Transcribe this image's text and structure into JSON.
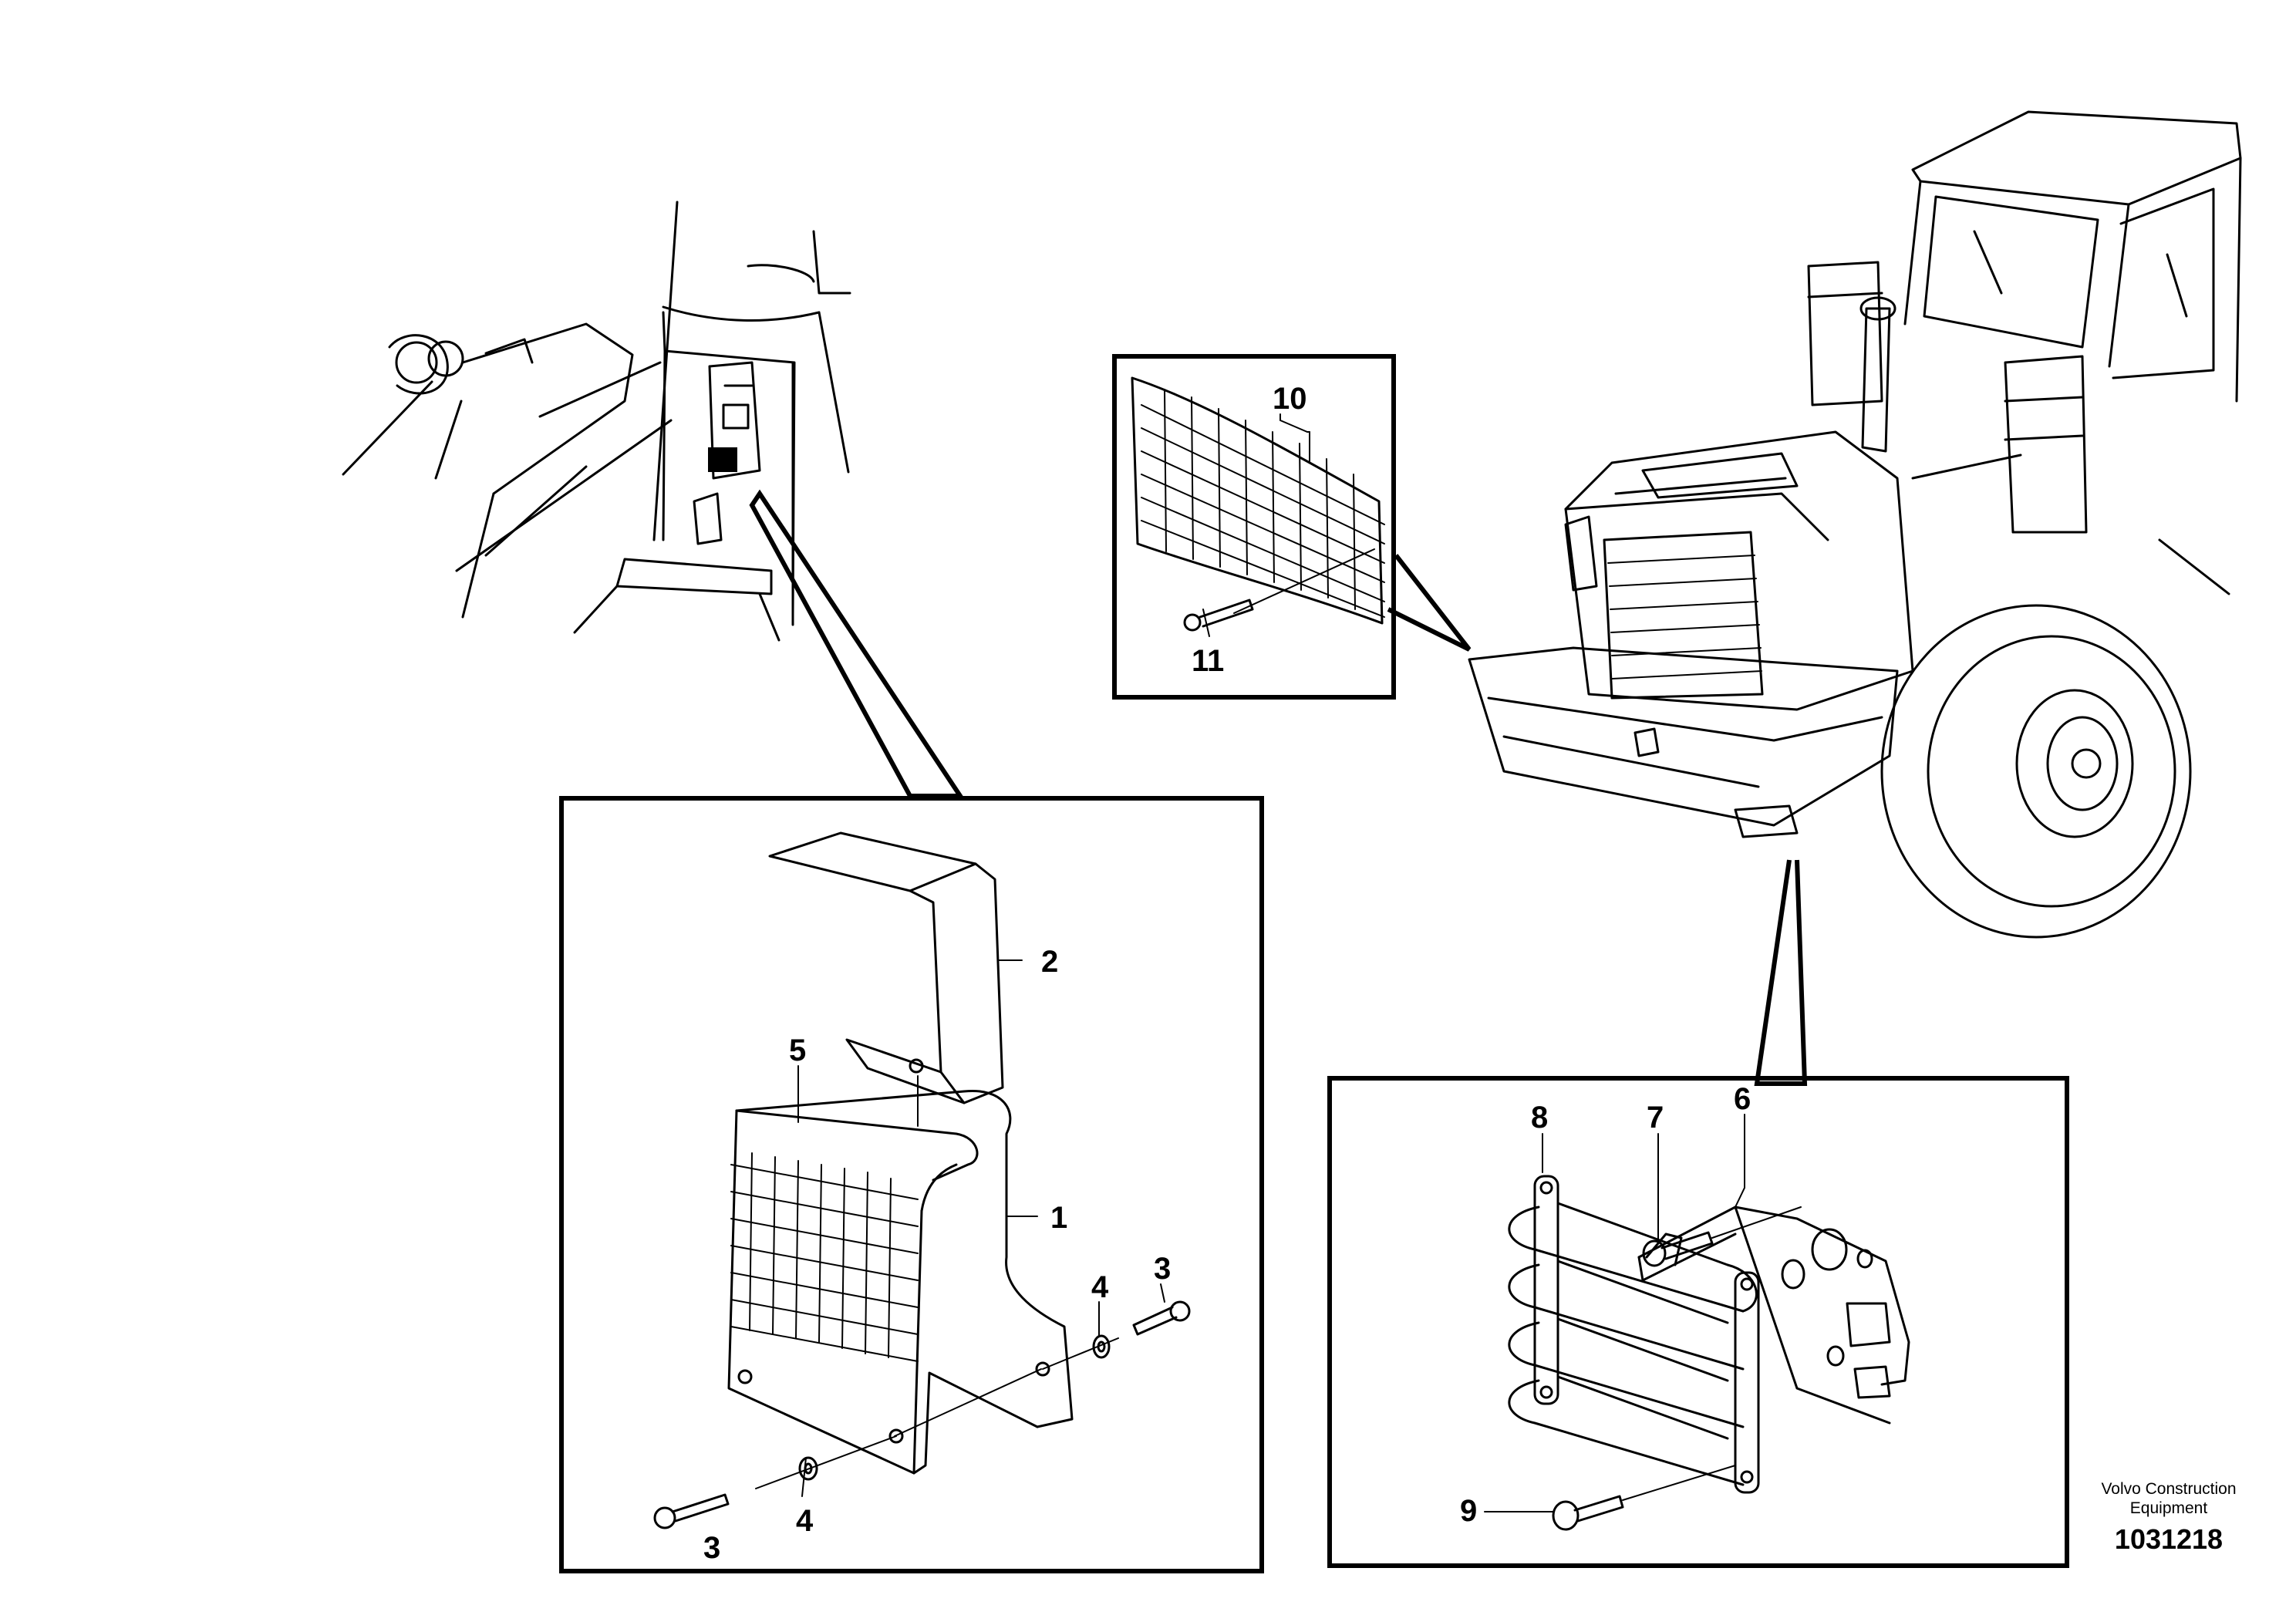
{
  "callouts": {
    "c1": "1",
    "c2": "2",
    "c3a": "3",
    "c3b": "3",
    "c4a": "4",
    "c4b": "4",
    "c5": "5",
    "c6": "6",
    "c7": "7",
    "c8": "8",
    "c9": "9",
    "c10": "10",
    "c11": "11"
  },
  "footer": {
    "brand_line1": "Volvo Construction",
    "brand_line2": "Equipment",
    "drawing_number": "1031218"
  }
}
